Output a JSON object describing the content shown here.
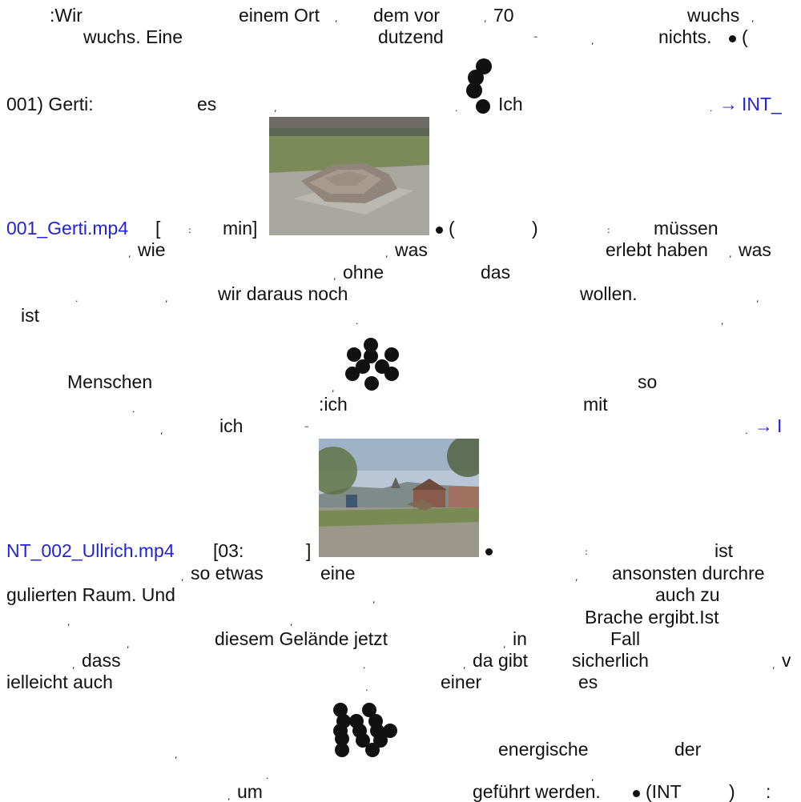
{
  "colors": {
    "text": "#111111",
    "link": "#2323d6",
    "background": "#ffffff"
  },
  "icons": {
    "dot": "dot-icon",
    "arrow": "arrow-right-icon",
    "blob": "dot-cluster-icon"
  },
  "words": [
    ":Wir",
    "einem Ort",
    "dem vor",
    "70",
    "wuchs",
    "wuchs. Eine",
    "dutzend",
    "nichts.",
    "001) Gerti:",
    "es",
    "Ich",
    "min]",
    "müssen",
    "wie",
    "was",
    "erlebt haben",
    "was",
    "ohne",
    "das",
    "wir daraus noch",
    "wollen.",
    "ist",
    "Menschen",
    "so",
    ":ich",
    "mit",
    "ich",
    "[03:",
    "ist",
    "so etwas",
    "eine",
    "ansonsten durchre",
    "gulierten Raum. Und",
    "auch zu",
    "Brache ergibt.Ist",
    "diesem Gelände jetzt",
    "in",
    "Fall",
    "dass",
    "da gibt",
    "sicherlich",
    "v",
    "ielleicht auch",
    "einer",
    "es",
    "energische",
    "der",
    "um",
    "geführt werden.",
    "(INT",
    ")",
    ":"
  ],
  "links": [
    "INT_",
    "001_Gerti.mp4",
    "I",
    "NT_002_Ullrich.mp4"
  ],
  "glyphs": {
    "paren_open": "(",
    "paren_close": ")",
    "bracket_open": "[",
    "bracket_close": "]"
  }
}
